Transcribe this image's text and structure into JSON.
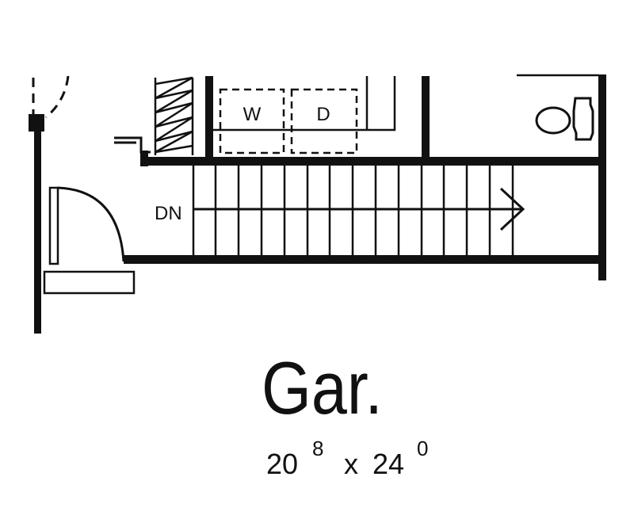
{
  "labels": {
    "washer": "W",
    "dryer": "D",
    "stair_direction": "DN"
  },
  "room": {
    "name": "Gar.",
    "width_ft": "20",
    "width_in": "8",
    "times": "x",
    "depth_ft": "24",
    "depth_in": "0"
  },
  "colors": {
    "ink": "#111111",
    "paper": "#ffffff"
  }
}
